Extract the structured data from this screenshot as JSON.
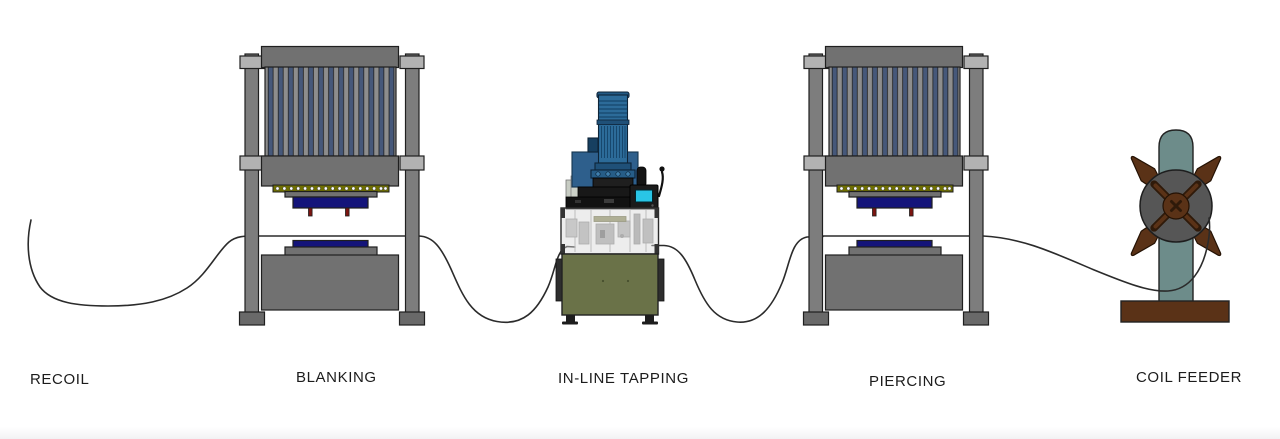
{
  "diagram": {
    "stations": [
      {
        "id": "recoil",
        "label": "RECOIL"
      },
      {
        "id": "blanking",
        "label": "BLANKING"
      },
      {
        "id": "inline_tapping",
        "label": "IN-LINE TAPPING"
      },
      {
        "id": "piercing",
        "label": "PIERCING"
      },
      {
        "id": "coil_feeder",
        "label": "COIL FEEDER"
      }
    ],
    "colors": {
      "background": "#ffffff",
      "wire": "#2b2b2b",
      "label_text": "#1c1c1c",
      "press_gray": "#717171",
      "press_column": "#7d7d7d",
      "press_bracket": "#b2b2b2",
      "press_foot": "#696969",
      "crown_gray": "#8d8d8d",
      "stripe_blue": "#46587a",
      "die_navy": "#14147a",
      "pin_red": "#7c1410",
      "bolt_olive": "#6f6f00",
      "motor_blue": "#2c6b99",
      "screen_cyan": "#29c5e6",
      "enclosure_gray": "#d7d7d7",
      "cabinet_green": "#6a7248",
      "coil_teal": "#6d8c8a",
      "coil_brown": "#5a3217",
      "disk_gray": "#565656"
    }
  }
}
